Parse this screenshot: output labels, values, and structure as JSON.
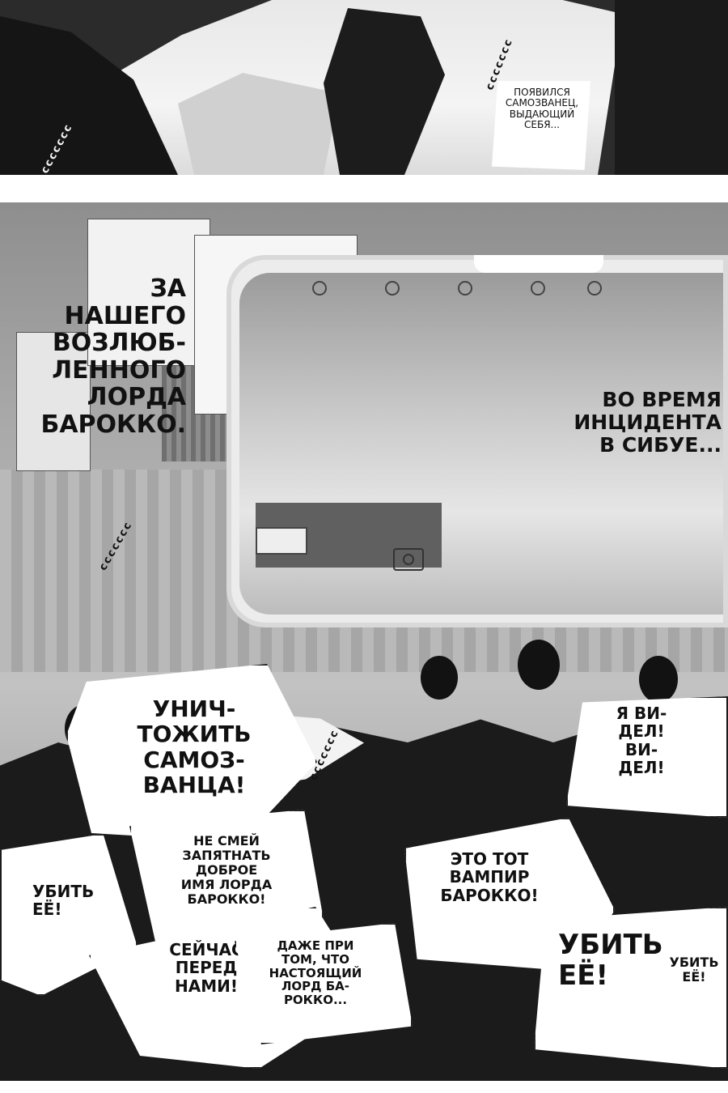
{
  "sfx": {
    "top_left": "ссссссс",
    "top_right": "ссссссс",
    "stage": "ссссссс",
    "crowd": "ссссссс"
  },
  "captions": {
    "self_proclaimed": "ПОЯВИЛСЯ\nСАМОЗВАНЕЦ,\nВЫДАЮЩИЙ\nСЕБЯ...",
    "for_lord": "ЗА НАШЕГО\nВОЗЛЮБ-\nЛЕННОГО\nЛОРДА\nБАРОККО.",
    "shibuya": "ВО ВРЕМЯ\nИНЦИДЕНТА\nВ СИБУЕ...",
    "destroy": "УНИЧ-\nТОЖИТЬ\nСАМОЗ-\nВАНЦА!",
    "i_saw": "Я ВИ-\nДЕЛ!\nВИ-\nДЕЛ!",
    "dont_dare": "НЕ СМЕЙ\nЗАПЯТНАТЬ\nДОБРОЕ\nИМЯ ЛОРДА\nБАРОККО!",
    "its_vampire": "ЭТО ТОТ\nВАМПИР\nБАРОККО!",
    "kill_left": "УБИТЬ\nЕЁ!",
    "now_before": "СЕЙЧАС\nПЕРЕД\nНАМИ!",
    "even_so": "ДАЖЕ ПРИ\nТОМ, ЧТО\nНАСТОЯЩИЙ\nЛОРД БА-\nРОККО...",
    "kill_big": "УБИТЬ\nЕЁ!",
    "kill_small": "УБИТЬ\nЕЁ!"
  }
}
